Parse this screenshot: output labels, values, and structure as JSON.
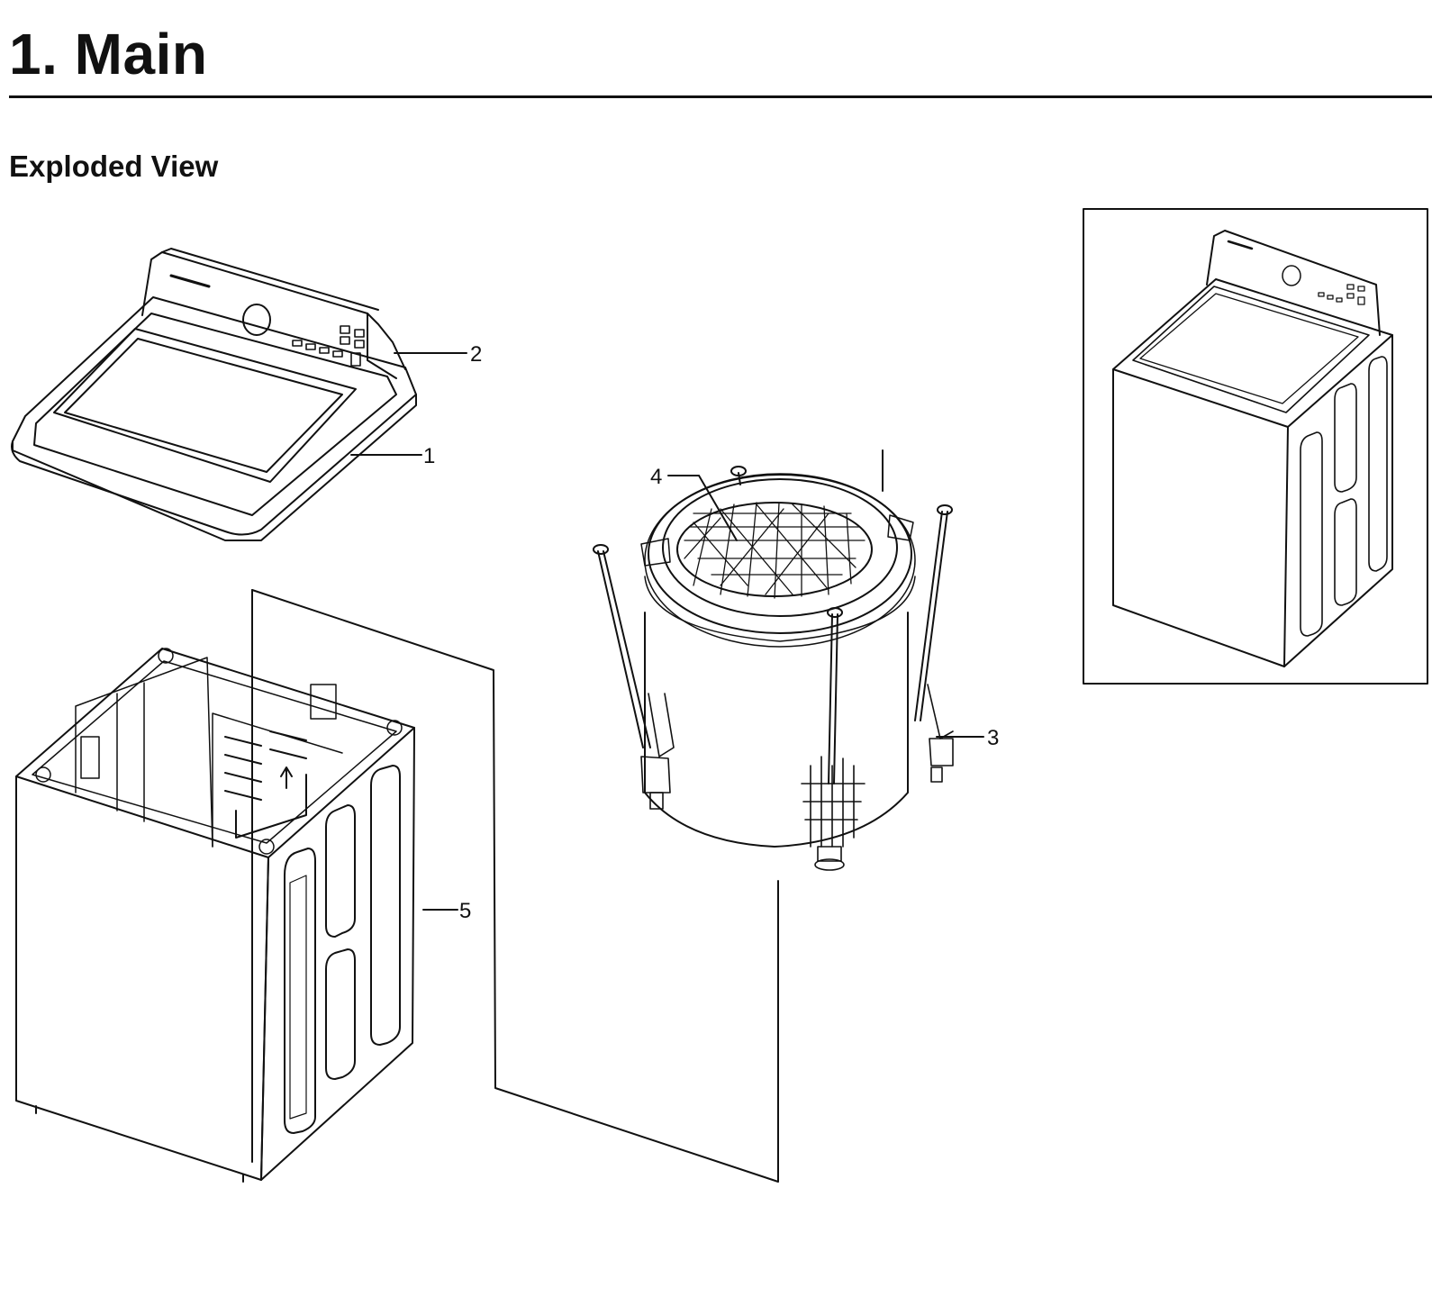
{
  "header": {
    "title": "1.  Main"
  },
  "section": {
    "title": "Exploded View"
  },
  "callouts": {
    "c1": "1",
    "c2": "2",
    "c3": "3",
    "c4": "4",
    "c5": "5"
  },
  "colors": {
    "ink": "#111111",
    "paper": "#ffffff"
  }
}
